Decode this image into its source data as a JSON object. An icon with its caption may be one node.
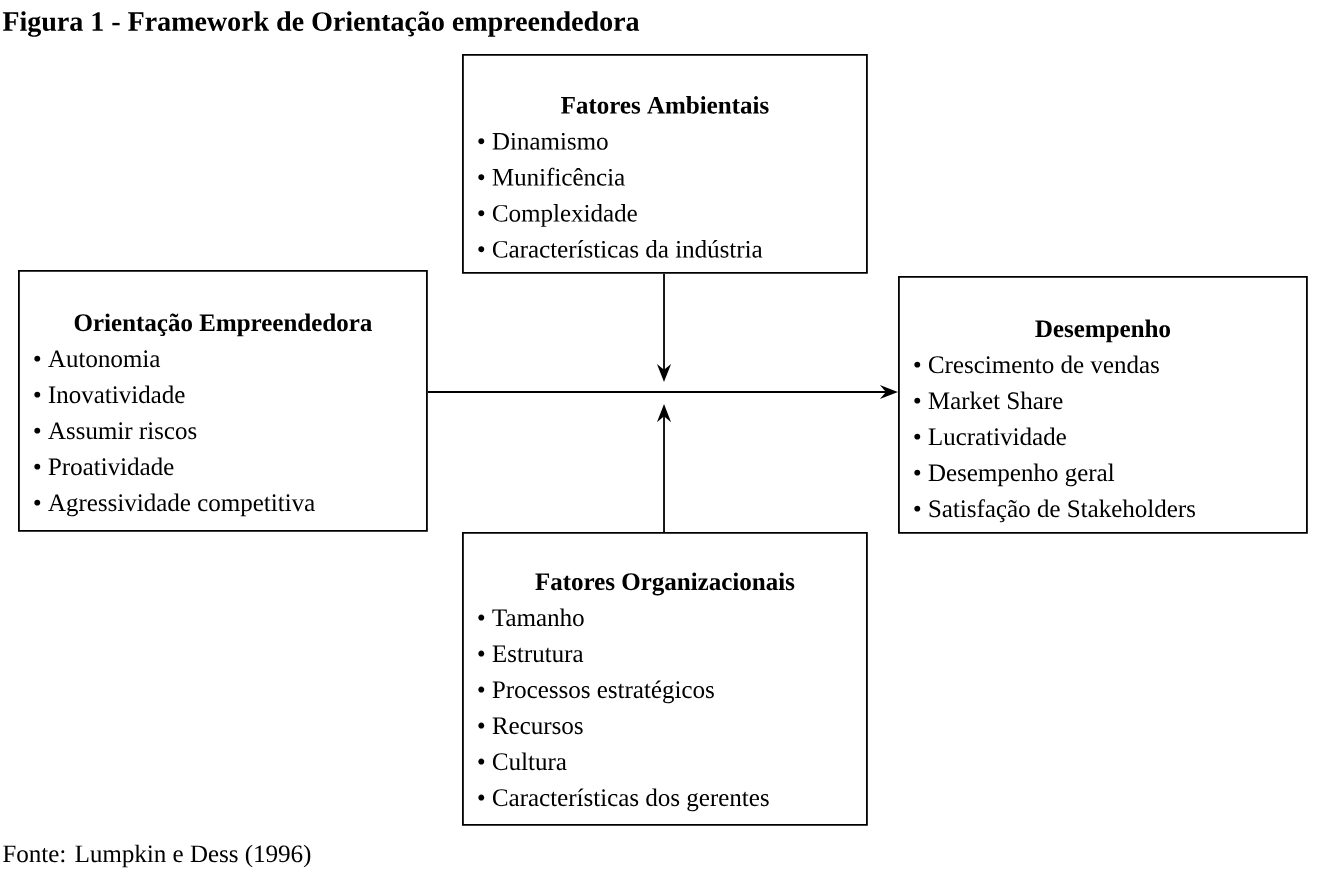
{
  "diagram": {
    "title": "Figura 1 - Framework de Orientação empreendedora",
    "caption": "Fonte: Lumpkin e Dess (1996)",
    "nodes": [
      {
        "text": [
          "Fatores Ambientais",
          "• Dinamismo",
          "• Munificência",
          "• Complexidade",
          "• Características da indústria"
        ]
      },
      {
        "text": [
          "Orientação Empreendedora",
          "• Autonomia",
          "• Inovatividade",
          "• Assumir riscos",
          "• Proatividade",
          "• Agressividade competitiva"
        ]
      },
      {
        "text": [
          "Desempenho",
          "• Crescimento de vendas",
          "• Market Share",
          "• Lucratividade",
          "• Desempenho geral",
          "• Satisfação de Stakeholders"
        ]
      },
      {
        "text": [
          "Fatores Organizacionais",
          "• Tamanho",
          "• Estrutura",
          "• Processos estratégicos",
          "• Recursos",
          "• Cultura",
          "• Características dos gerentes"
        ]
      }
    ],
    "edges": [
      {
        "from": 1,
        "to": 2,
        "arrow": "to"
      },
      {
        "from": 0,
        "to": null,
        "arrow": "to"
      },
      {
        "from": 3,
        "to": null,
        "arrow": "to"
      }
    ]
  }
}
